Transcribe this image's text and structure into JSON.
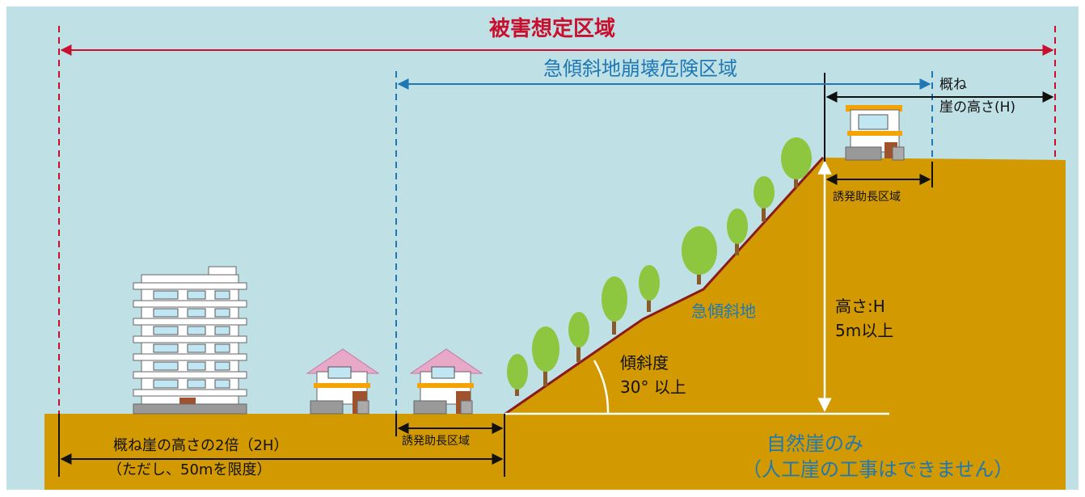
{
  "labels": {
    "damage_area": "被害想定区域",
    "collapse_area": "急傾斜地崩壊危険区域",
    "approx": "概ね",
    "cliff_height_h": "崖の高さ(H)",
    "induce_area_top": "誘発助長区域",
    "induce_area_bottom": "誘発助長区域",
    "steep_slope": "急傾斜地",
    "height_h": "高さ:H",
    "height_min": "5m以上",
    "slope_angle": "傾斜度",
    "angle_min": "30° 以上",
    "twice_height": "概ね崖の高さの2倍（2H）",
    "max_50m": "（ただし、50mを限度）",
    "natural_only": "自然崖のみ",
    "no_artificial": "（人工崖の工事はできません）"
  },
  "colors": {
    "sky": "#bfe0e5",
    "ground": "#d29a00",
    "damage_red": "#c8102e",
    "collapse_blue": "#1f78b4",
    "tree_green": "#8dc63f",
    "trunk": "#8b5a2b",
    "slope_line": "#8b1a1a",
    "roof_pink": "#e8a8c8"
  }
}
